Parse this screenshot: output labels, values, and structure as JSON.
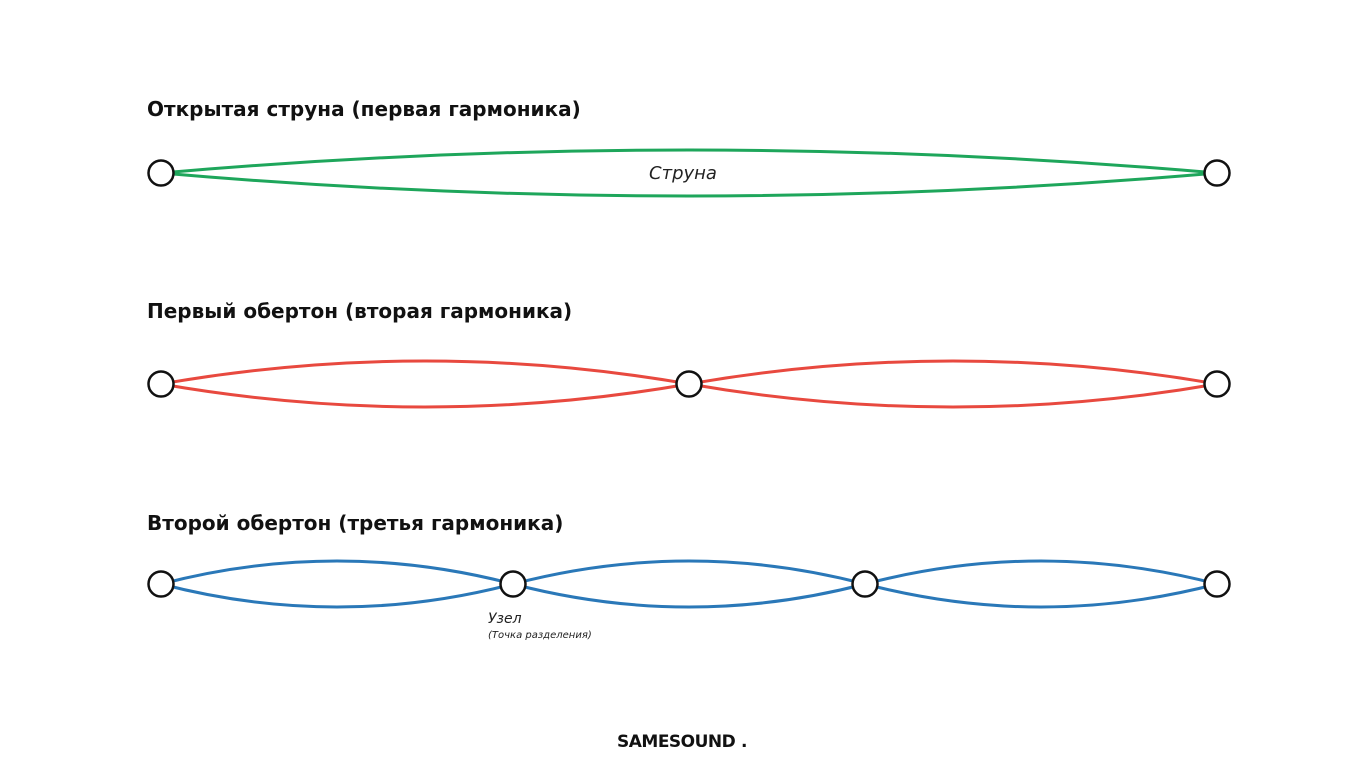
{
  "diagrams": [
    {
      "title": "Открытая струна (первая гармоника)",
      "color": "#1ea65b",
      "loops": 1,
      "note": "Струна"
    },
    {
      "title": "Первый обертон (вторая гармоника)",
      "color": "#e8493f",
      "loops": 2
    },
    {
      "title": "Второй обертон (третья гармоника)",
      "color": "#2a78b8",
      "loops": 3,
      "node_label": "Узел",
      "node_sublabel": "(Точка разделения)"
    }
  ],
  "brand": {
    "name": "SAMESOUND",
    "dot": ".",
    "dot_color": "#e02020"
  },
  "node_icon": "node-circle-icon"
}
